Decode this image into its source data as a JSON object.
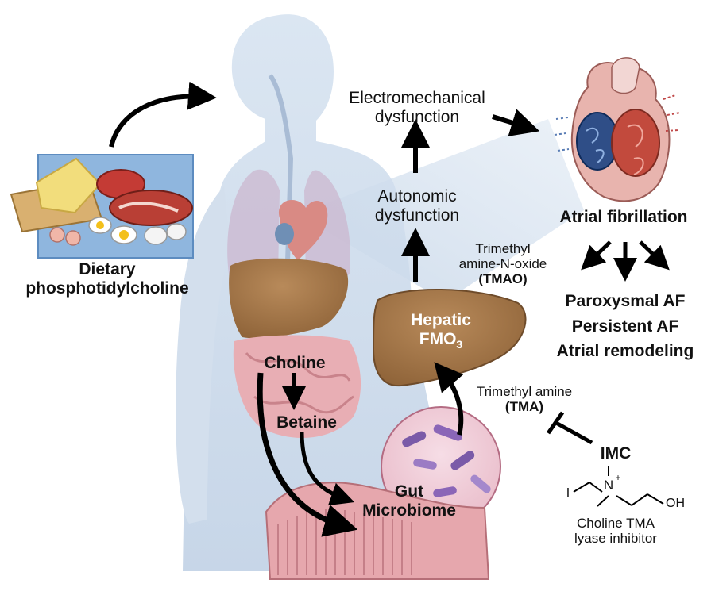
{
  "labels": {
    "dietary": [
      "Dietary",
      "phosphotidylcholine"
    ],
    "electromechanical": [
      "Electromechanical",
      "dysfunction"
    ],
    "autonomic": [
      "Autonomic",
      "dysfunction"
    ],
    "tmao": [
      "Trimethyl",
      "amine-N-oxide",
      "(TMAO)"
    ],
    "hepatic": {
      "line1": "Hepatic",
      "fmo": "FMO",
      "sub": "3"
    },
    "atrial_fibrillation": "Atrial fibrillation",
    "outcomes": [
      "Paroxysmal AF",
      "Persistent AF",
      "Atrial remodeling"
    ],
    "tma": [
      "Trimethyl amine",
      "(TMA)"
    ],
    "imc": "IMC",
    "inhibitor": [
      "Choline TMA",
      "lyase inhibitor"
    ],
    "choline": "Choline",
    "betaine": "Betaine",
    "gut": [
      "Gut",
      "Microbiome"
    ],
    "molecule": {
      "iodine": "I",
      "nitrogen": "N",
      "charge": "+",
      "hydroxyl": "OH"
    }
  }
}
